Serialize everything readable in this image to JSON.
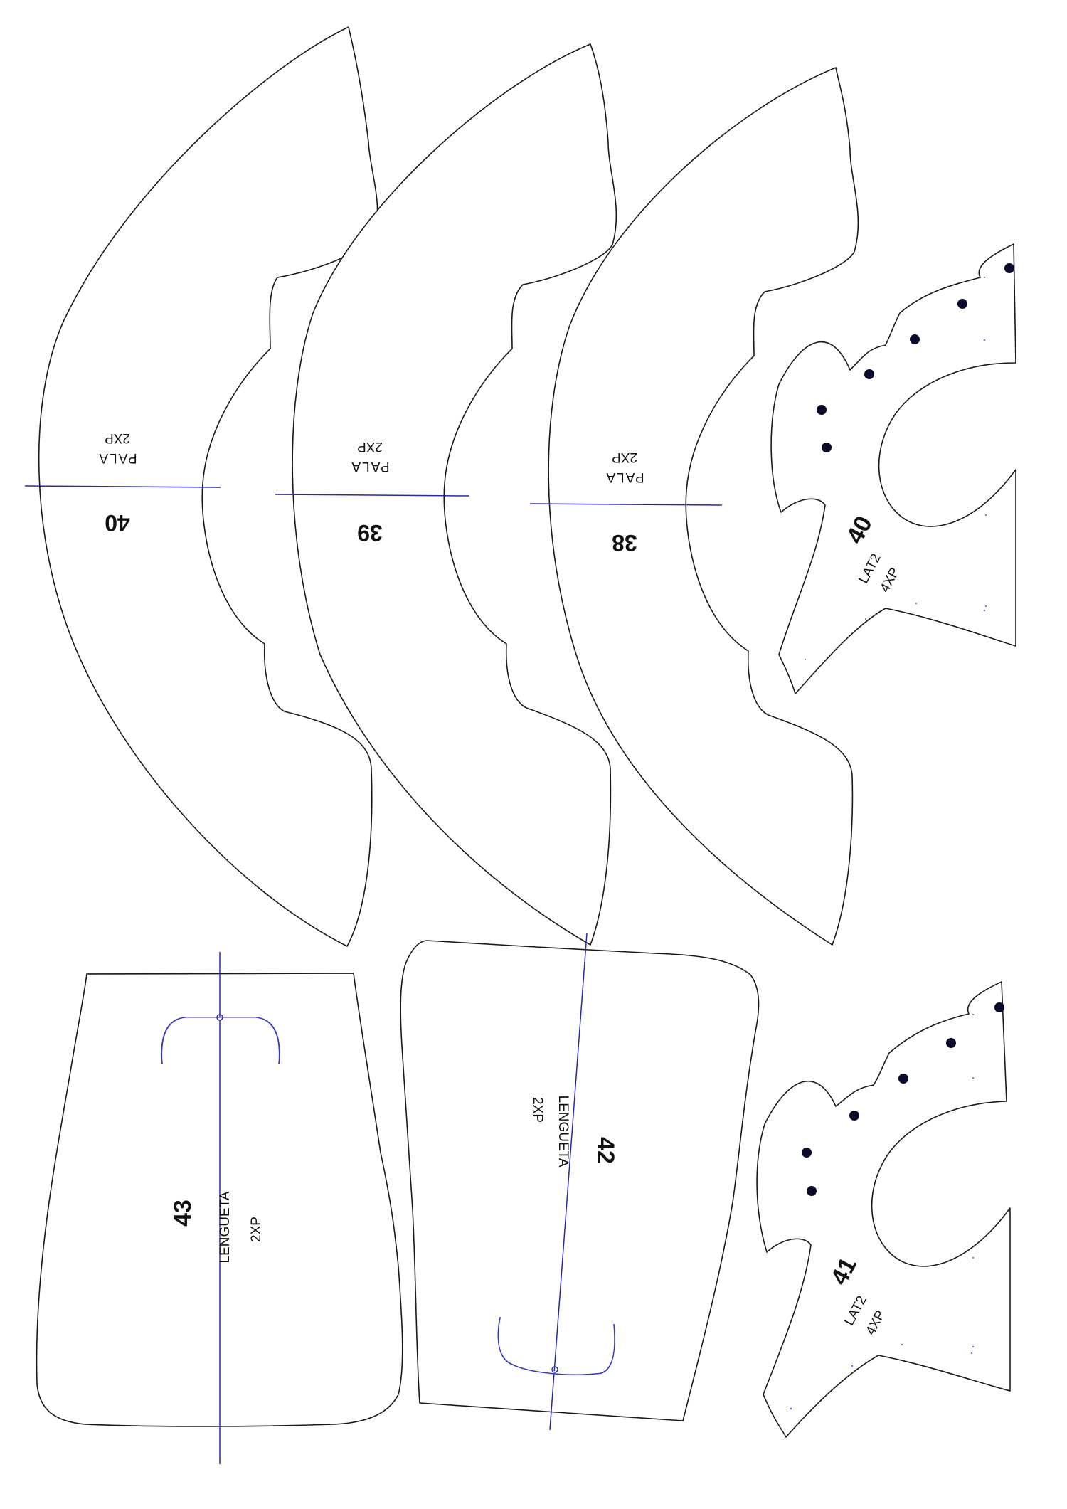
{
  "pieces": {
    "pala_40": {
      "number": "40",
      "name": "PALA",
      "qty": "2XP"
    },
    "pala_39": {
      "number": "39",
      "name": "PALA",
      "qty": "2XP"
    },
    "pala_38": {
      "number": "38",
      "name": "PALA",
      "qty": "2XP"
    },
    "lat_40": {
      "number": "40",
      "name": "LAT2",
      "qty": "4XP"
    },
    "lat_41": {
      "number": "41",
      "name": "LAT2",
      "qty": "4XP"
    },
    "lengueta_42": {
      "number": "42",
      "name": "LENGUETA",
      "qty": "2XP"
    },
    "lengueta_43": {
      "number": "43",
      "name": "LENGUETA",
      "qty": "2XP"
    }
  },
  "colors": {
    "outline": "#1a1a1a",
    "guide": "#2a2aa8",
    "slot": "#3a3ac0",
    "hole": "#0a0a2a"
  }
}
